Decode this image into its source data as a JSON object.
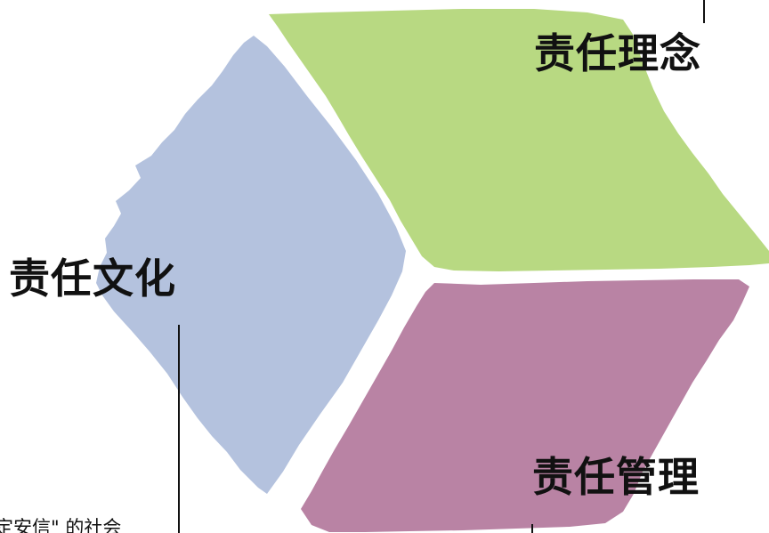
{
  "diagram": {
    "segments": [
      {
        "id": "culture",
        "label": "责任文化",
        "color": "#b4c2de"
      },
      {
        "id": "concept",
        "label": "责任理念",
        "color": "#b8d982"
      },
      {
        "id": "management",
        "label": "责任管理",
        "color": "#b983a4"
      }
    ],
    "bottom_text": "定安信\" 的社会"
  }
}
